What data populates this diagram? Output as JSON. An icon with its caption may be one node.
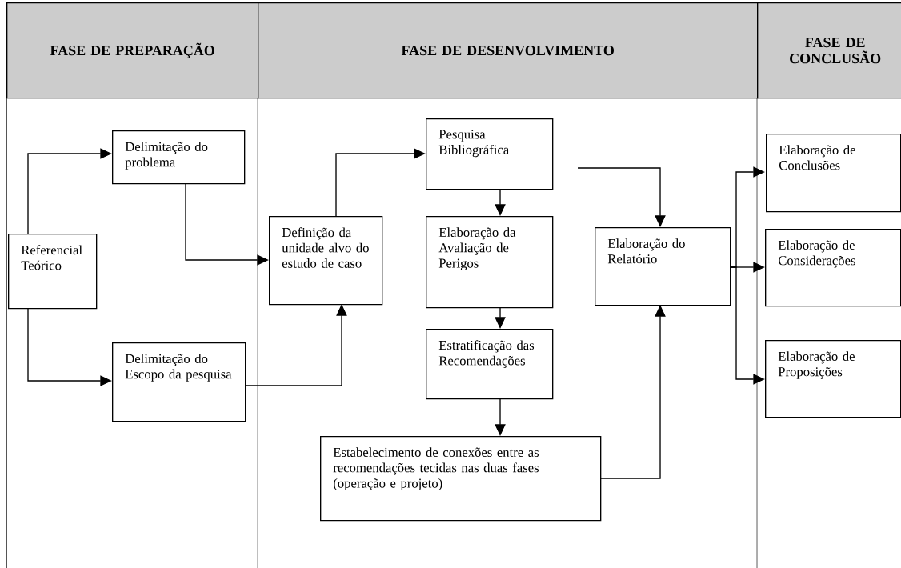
{
  "diagram": {
    "nodes": [
      {
        "text": [
          "FASE DE PREPARAÇÃO"
        ]
      },
      {
        "text": [
          "FASE DE DESENVOLVIMENTO"
        ]
      },
      {
        "text": [
          "FASE DE CONCLUSÃO"
        ]
      },
      {
        "text": [
          "Referencial Teórico"
        ]
      },
      {
        "text": [
          "Delimitação do problema"
        ]
      },
      {
        "text": [
          "Delimitação do Escopo da pesquisa"
        ]
      },
      {
        "text": [
          "Definição da unidade alvo do estudo de caso"
        ]
      },
      {
        "text": [
          "Pesquisa Bibliográfica"
        ]
      },
      {
        "text": [
          "Elaboração da Avaliação de Perigos"
        ]
      },
      {
        "text": [
          "Estratificação das Recomendações"
        ]
      },
      {
        "text": [
          "Estabelecimento de conexões entre as recomendações tecidas nas duas fases (operação e projeto)"
        ]
      },
      {
        "text": [
          "Elaboração do Relatório"
        ]
      },
      {
        "text": [
          "Elaboração de Conclusões"
        ]
      },
      {
        "text": [
          "Elaboração de Considerações"
        ]
      },
      {
        "text": [
          "Elaboração de Proposições"
        ]
      }
    ],
    "edges": [
      {
        "from": 3,
        "to": 4,
        "arrow": "to"
      },
      {
        "from": 3,
        "to": 5,
        "arrow": "to"
      },
      {
        "from": 4,
        "to": 6,
        "arrow": "to"
      },
      {
        "from": 5,
        "to": 6,
        "arrow": "to"
      },
      {
        "from": 6,
        "to": 7,
        "arrow": "to"
      },
      {
        "from": 7,
        "to": 8,
        "arrow": "to"
      },
      {
        "from": 8,
        "to": 9,
        "arrow": "to"
      },
      {
        "from": 9,
        "to": 10,
        "arrow": "to"
      },
      {
        "from": 7,
        "to": 11,
        "arrow": "to"
      },
      {
        "from": 10,
        "to": 11,
        "arrow": "to"
      },
      {
        "from": 11,
        "to": 12,
        "arrow": "to"
      },
      {
        "from": 11,
        "to": 13,
        "arrow": "to"
      },
      {
        "from": 11,
        "to": 14,
        "arrow": "to"
      }
    ]
  }
}
